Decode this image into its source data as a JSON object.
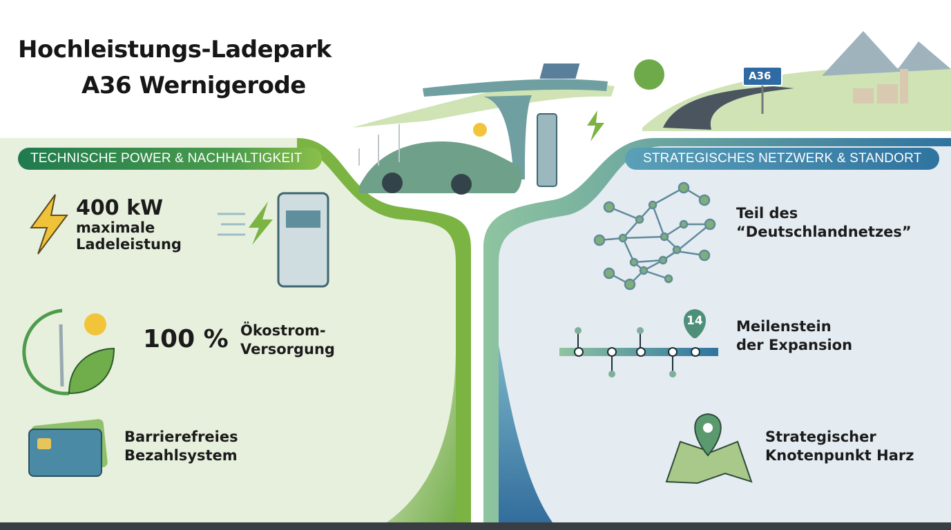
{
  "header": {
    "title_line1": "Hochleistungs-Ladepark",
    "title_line2": "A36  Wernigerode",
    "road_sign": "A36"
  },
  "left_panel": {
    "banner": "TECHNISCHE POWER & NACHHALTIGKEIT",
    "items": [
      {
        "icon": "lightning-icon",
        "headline": "400 kW",
        "line1": "maximale",
        "line2": "Ladeleistung"
      },
      {
        "icon": "wind-sun-leaf-icon",
        "headline": "100 %",
        "line1": "Ökostrom-",
        "line2": "Versorgung"
      },
      {
        "icon": "payment-card-icon",
        "line1": "Barrierefreies",
        "line2": "Bezahlsystem"
      }
    ]
  },
  "right_panel": {
    "banner": "STRATEGISCHES NETZWERK & STANDORT",
    "items": [
      {
        "icon": "network-icon",
        "line1": "Teil des",
        "line2": "“Deutschlandnetzes”"
      },
      {
        "icon": "timeline-icon",
        "marker": "14",
        "line1": "Meilenstein",
        "line2": "der Expansion"
      },
      {
        "icon": "map-pin-icon",
        "line1": "Strategischer",
        "line2": "Knotenpunkt Harz"
      }
    ]
  },
  "colors": {
    "green": "#4a9b4c",
    "blue": "#2f73a0",
    "left_bg": "#e7f0dd",
    "right_bg": "#e4ebf1"
  }
}
